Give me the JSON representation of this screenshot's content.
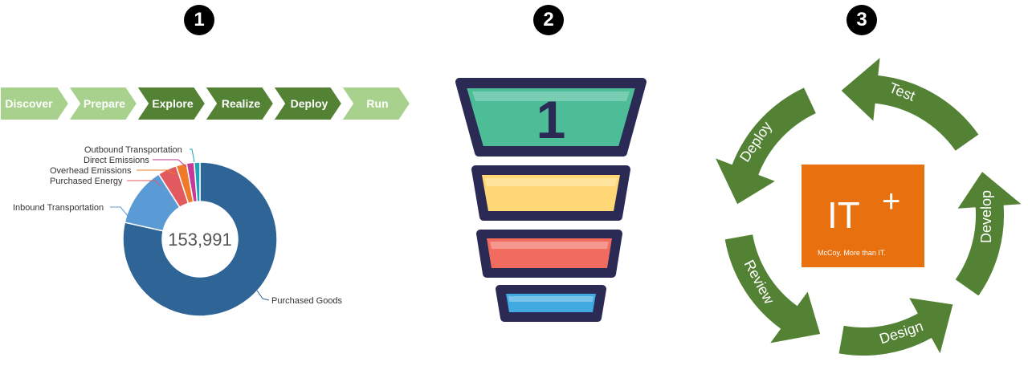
{
  "badges": [
    "1",
    "2",
    "3"
  ],
  "process": {
    "stages": [
      {
        "label": "Discover",
        "color": "#a9d18e"
      },
      {
        "label": "Prepare",
        "color": "#a9d18e"
      },
      {
        "label": "Explore",
        "color": "#548235"
      },
      {
        "label": "Realize",
        "color": "#548235"
      },
      {
        "label": "Deploy",
        "color": "#548235"
      },
      {
        "label": "Run",
        "color": "#a9d18e"
      }
    ]
  },
  "chart_data": {
    "type": "pie",
    "center_label": "153,991",
    "slices": [
      {
        "label": "Purchased Goods",
        "percent": 78.5,
        "color": "#2e6496"
      },
      {
        "label": "Inbound Transportation",
        "percent": 12.5,
        "color": "#5b9bd5"
      },
      {
        "label": "Purchased Energy",
        "percent": 4.0,
        "color": "#e05a5f"
      },
      {
        "label": "Overhead Emissions",
        "percent": 2.2,
        "color": "#ef7b2a"
      },
      {
        "label": "Direct Emissions",
        "percent": 1.6,
        "color": "#c43a96"
      },
      {
        "label": "Outbound Transportation",
        "percent": 1.2,
        "color": "#1fa3b8"
      }
    ]
  },
  "funnel": {
    "number": "1",
    "colors": [
      "#4dbd98",
      "#ffd875",
      "#f26b5f",
      "#3fa9e0"
    ],
    "outline": "#2b2a55"
  },
  "cycle": {
    "labels": [
      "Test",
      "Develop",
      "Design",
      "Review",
      "Deploy"
    ],
    "arrow_color": "#548235",
    "logo": {
      "main": "IT",
      "plus": "+",
      "tagline": "McCoy. More than IT.",
      "color": "#e8700f"
    }
  }
}
